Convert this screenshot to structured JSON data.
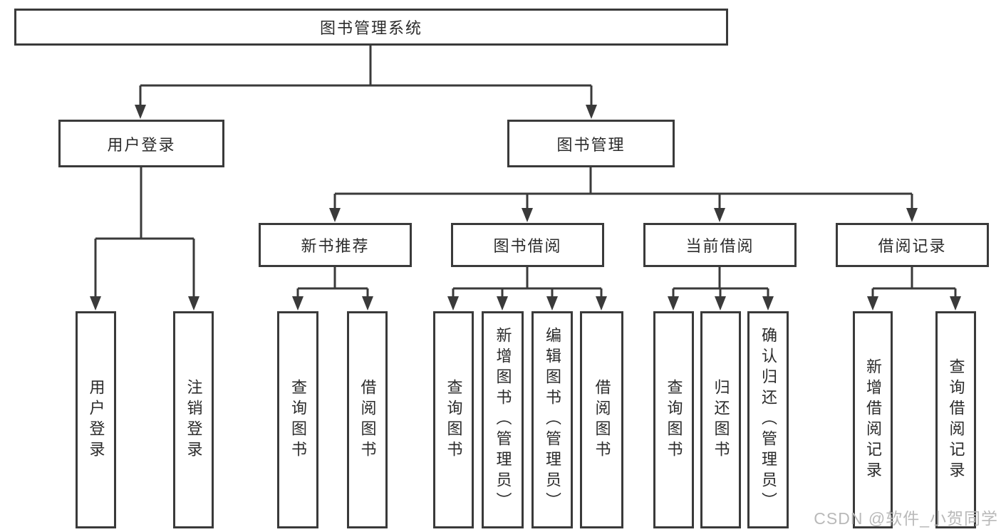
{
  "colors": {
    "line": "#3a3a3a",
    "text": "#2b2b2b",
    "box_background": "#ffffff",
    "watermark": "#b9b9b9"
  },
  "watermark": {
    "text": "CSDN @软件_小贺同学"
  },
  "tree": {
    "root": {
      "label": "图书管理系统",
      "children": [
        {
          "label": "用户登录",
          "children": [
            {
              "label": "用户登录"
            },
            {
              "label": "注销登录"
            }
          ]
        },
        {
          "label": "图书管理",
          "children": [
            {
              "label": "新书推荐",
              "children": [
                {
                  "label": "查询图书"
                },
                {
                  "label": "借阅图书"
                }
              ]
            },
            {
              "label": "图书借阅",
              "children": [
                {
                  "label": "查询图书"
                },
                {
                  "label": "新增图书（管理员）"
                },
                {
                  "label": "编辑图书（管理员）"
                },
                {
                  "label": "借阅图书"
                }
              ]
            },
            {
              "label": "当前借阅",
              "children": [
                {
                  "label": "查询图书"
                },
                {
                  "label": "归还图书"
                },
                {
                  "label": "确认归还（管理员）"
                }
              ]
            },
            {
              "label": "借阅记录",
              "children": [
                {
                  "label": "新增借阅记录"
                },
                {
                  "label": "查询借阅记录"
                }
              ]
            }
          ]
        }
      ]
    }
  }
}
